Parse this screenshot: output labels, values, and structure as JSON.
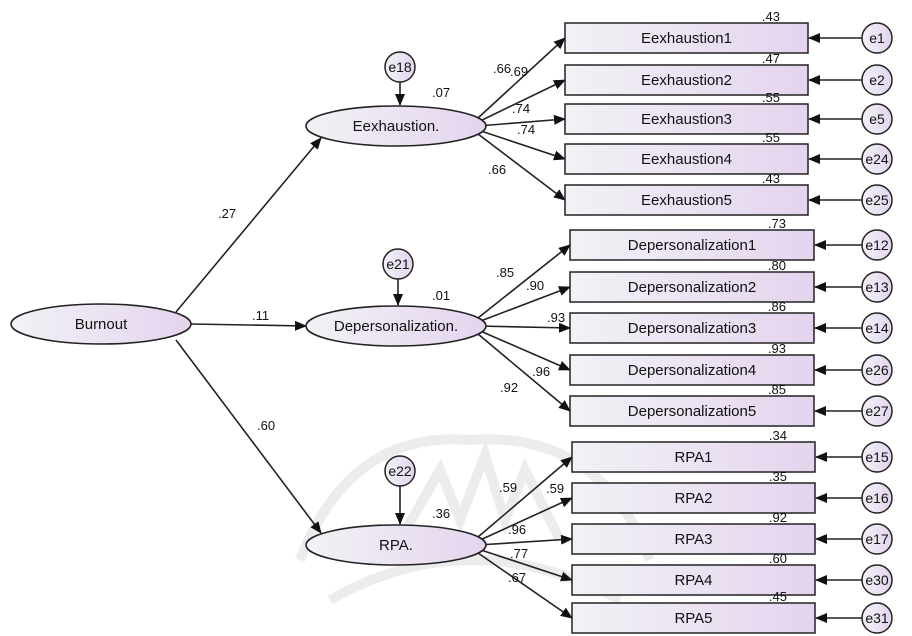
{
  "colors": {
    "node_fill_start": "#f2f2f6",
    "node_fill_end": "#e4d4ee",
    "stroke": "#222222",
    "watermark": "#9a9a9a"
  },
  "latent": {
    "burnout": "Burnout",
    "exhaustion": "Eexhaustion.",
    "depersonalization": "Depersonalization.",
    "rpa": "RPA."
  },
  "disturbances": {
    "exhaustion": "e18",
    "depersonalization": "e21",
    "rpa": "e22"
  },
  "r2": {
    "exhaustion": ".07",
    "depersonalization": ".01",
    "rpa": ".36"
  },
  "paths": {
    "exhaustion": ".27",
    "depersonalization": ".11",
    "rpa": ".60"
  },
  "indicators": {
    "exhaustion": [
      {
        "name": "Eexhaustion1",
        "error": "e1",
        "loading": ".66",
        "r2": ".43"
      },
      {
        "name": "Eexhaustion2",
        "error": "e2",
        "loading": ".69",
        "r2": ".47"
      },
      {
        "name": "Eexhaustion3",
        "error": "e5",
        "loading": ".74",
        "r2": ".55"
      },
      {
        "name": "Eexhaustion4",
        "error": "e24",
        "loading": ".74",
        "r2": ".55"
      },
      {
        "name": "Eexhaustion5",
        "error": "e25",
        "loading": ".66",
        "r2": ".43"
      }
    ],
    "depersonalization": [
      {
        "name": "Depersonalization1",
        "error": "e12",
        "loading": ".85",
        "r2": ".73"
      },
      {
        "name": "Depersonalization2",
        "error": "e13",
        "loading": ".90",
        "r2": ".80"
      },
      {
        "name": "Depersonalization3",
        "error": "e14",
        "loading": ".93",
        "r2": ".86"
      },
      {
        "name": "Depersonalization4",
        "error": "e26",
        "loading": ".96",
        "r2": ".93"
      },
      {
        "name": "Depersonalization5",
        "error": "e27",
        "loading": ".92",
        "r2": ".85"
      }
    ],
    "rpa": [
      {
        "name": "RPA1",
        "error": "e15",
        "loading": ".59",
        "r2": ".34"
      },
      {
        "name": "RPA2",
        "error": "e16",
        "loading": ".59",
        "r2": ".35"
      },
      {
        "name": "RPA3",
        "error": "e17",
        "loading": ".96",
        "r2": ".92"
      },
      {
        "name": "RPA4",
        "error": "e30",
        "loading": ".77",
        "r2": ".60"
      },
      {
        "name": "RPA5",
        "error": "e31",
        "loading": ".67",
        "r2": ".45"
      }
    ]
  }
}
